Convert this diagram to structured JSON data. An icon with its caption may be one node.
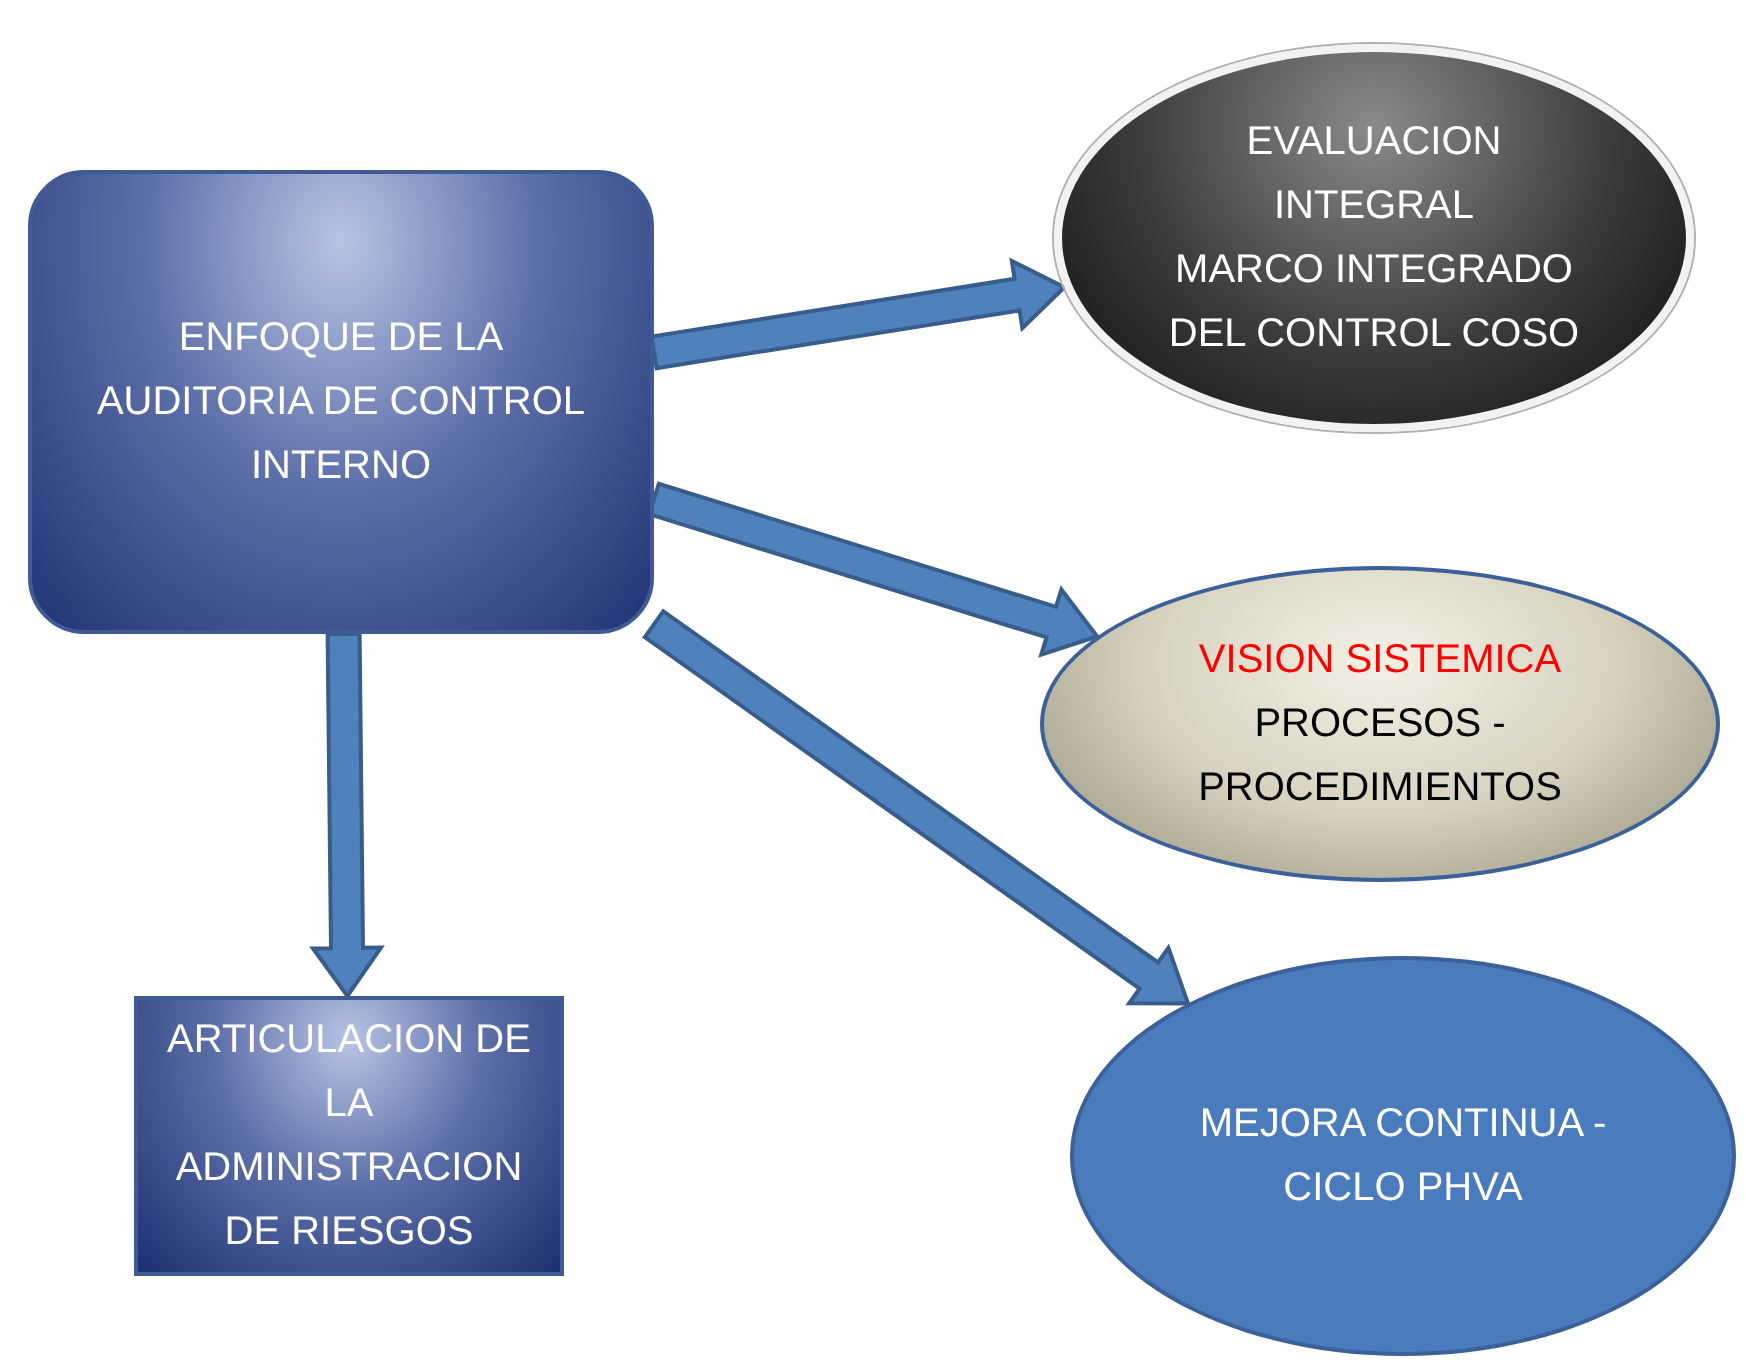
{
  "diagram": {
    "nodes": [
      {
        "text": [
          "ENFOQUE DE LA AUDITORIA DE CONTROL INTERNO"
        ]
      },
      {
        "text": [
          "EVALUACION INTEGRAL",
          "MARCO INTEGRADO DEL CONTROL COSO"
        ]
      },
      {
        "text": [
          "VISION SISTEMICA",
          "PROCESOS - PROCEDIMIENTOS"
        ]
      },
      {
        "text": [
          "MEJORA CONTINUA - CICLO PHVA"
        ]
      },
      {
        "text": [
          "ARTICULACION DE LA ADMINISTRACION DE RIESGOS"
        ]
      }
    ],
    "edges": [
      {
        "from": 0,
        "to": 1,
        "arrow": "to"
      },
      {
        "from": 0,
        "to": 2,
        "arrow": "to"
      },
      {
        "from": 0,
        "to": 3,
        "arrow": "to"
      },
      {
        "from": 0,
        "to": 4,
        "arrow": "to"
      }
    ]
  }
}
